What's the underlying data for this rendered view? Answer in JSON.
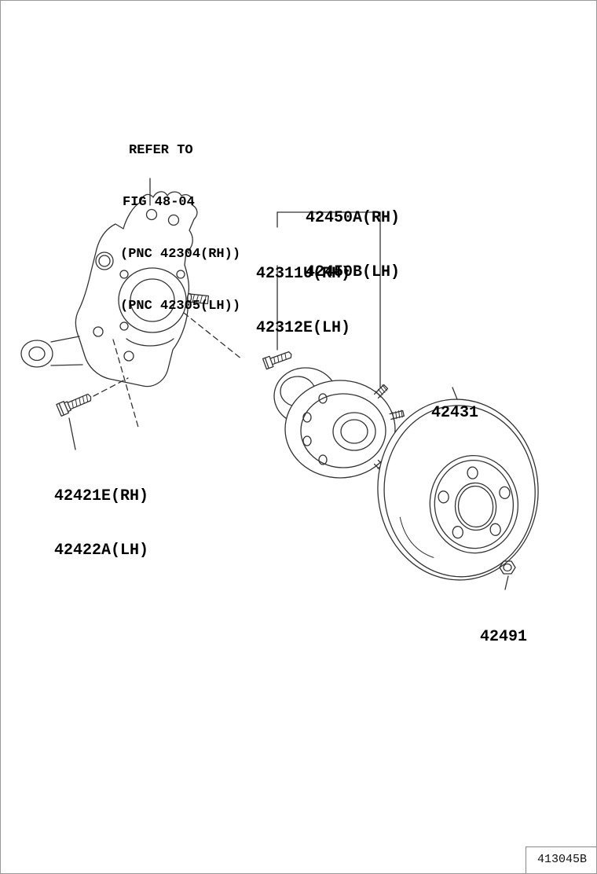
{
  "note": {
    "lines": [
      "REFER TO",
      "FIG 48-04",
      "(PNC 42304(RH))",
      "(PNC 42305(LH))"
    ]
  },
  "parts": {
    "hub_bearing_assembly": {
      "lines": [
        "42450A(RH)",
        "42450B(LH)"
      ]
    },
    "hub_bolt": {
      "lines": [
        "42311U(RH)",
        "42312E(LH)"
      ]
    },
    "brake_disc": {
      "lines": [
        "42431"
      ]
    },
    "carrier_mount_bolt": {
      "lines": [
        "42421E(RH)",
        "42422A(LH)"
      ]
    },
    "hub_nut": {
      "lines": [
        "42491"
      ]
    }
  },
  "figure_code": "413045B",
  "colors": {
    "line": "#333333",
    "text": "#000000",
    "background": "#ffffff"
  }
}
